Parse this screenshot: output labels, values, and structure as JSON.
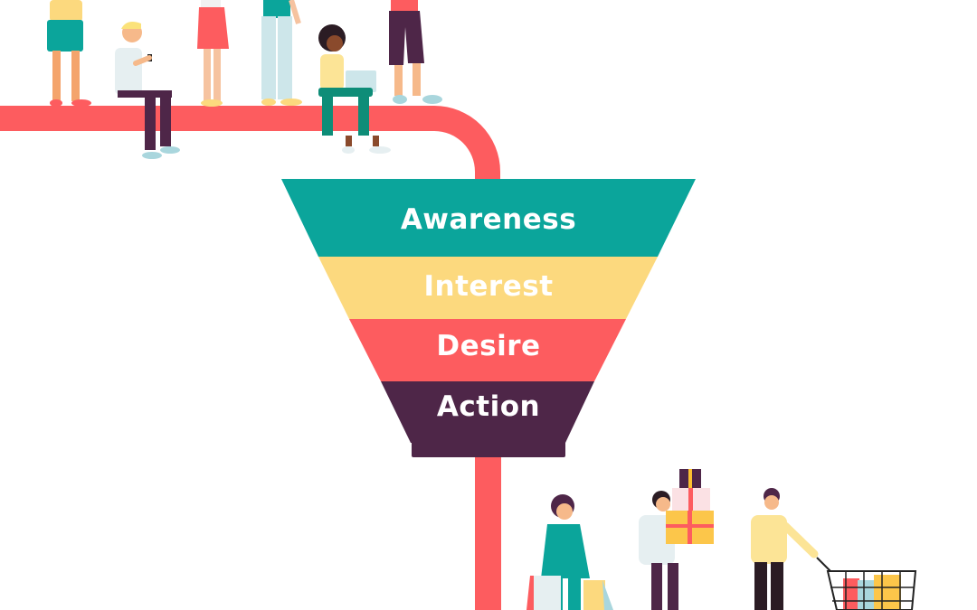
{
  "diagram": {
    "type": "marketing-funnel",
    "model": "AIDA",
    "stages": [
      {
        "label": "Awareness",
        "color": "#0ba59b"
      },
      {
        "label": "Interest",
        "color": "#fcd97e"
      },
      {
        "label": "Desire",
        "color": "#fd5c5f"
      },
      {
        "label": "Action",
        "color": "#4e2648"
      }
    ],
    "pipe_color": "#fd5c5f",
    "input_group": {
      "description": "Crowd of prospective customers standing and sitting on the pipe leading into the funnel",
      "people": [
        {
          "pose": "standing",
          "top": "yellow",
          "bottom": "teal shorts"
        },
        {
          "pose": "sitting",
          "activity": "using phone",
          "top": "light shirt",
          "bottom": "purple trousers"
        },
        {
          "pose": "standing",
          "bottom": "red skirt"
        },
        {
          "pose": "standing",
          "top": "green",
          "bottom": "light blue trousers"
        },
        {
          "pose": "sitting",
          "activity": "using laptop",
          "top": "yellow",
          "bottom": "green trousers"
        },
        {
          "pose": "standing",
          "top": "red",
          "bottom": "purple shorts"
        }
      ]
    },
    "output_group": {
      "description": "Customers who completed purchases emerging from the funnel",
      "people": [
        {
          "activity": "carrying shopping bags",
          "outfit": "teal suit"
        },
        {
          "activity": "carrying stacked gift boxes",
          "outfit": "light shirt, purple trousers"
        },
        {
          "activity": "pushing shopping cart",
          "outfit": "yellow sweater, dark trousers"
        }
      ]
    }
  }
}
